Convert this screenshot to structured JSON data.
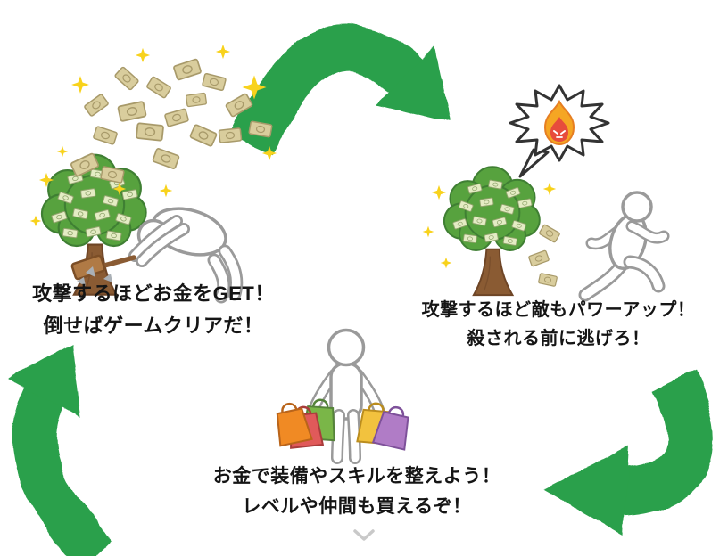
{
  "diagram": {
    "type": "cycle",
    "stages": [
      {
        "id": "attack-money-tree",
        "caption_line1": "攻撃するほどお金をGET！",
        "caption_line2": "倒せばゲームクリアだ！"
      },
      {
        "id": "enemy-power-up",
        "caption_line1": "攻撃するほど敵もパワーアップ！",
        "caption_line2": "殺される前に逃げろ！"
      },
      {
        "id": "shopping",
        "caption_line1": "お金で装備やスキルを整えよう！",
        "caption_line2": "レベルや仲間も買えるぞ！"
      }
    ]
  },
  "icons": {
    "cycle_arrow": "recycle-arrow",
    "fire": "fire-in-spiky-bubble",
    "scroll_chevron": "chevron-down"
  },
  "colors": {
    "arrow_green": "#2ba04b",
    "tree_leaf_green": "#57a23e",
    "trunk_brown": "#8a5b33",
    "sparkle_yellow": "#f8d21c",
    "flame_orange": "#f5a623",
    "flame_red": "#e74c3c",
    "bag_orange": "#f08a24",
    "bag_red": "#e05a5a",
    "bag_green": "#7ab648",
    "bag_yellow": "#f2c23e",
    "bag_purple": "#b07cc6",
    "chevron_gray": "#c9c9c9"
  }
}
